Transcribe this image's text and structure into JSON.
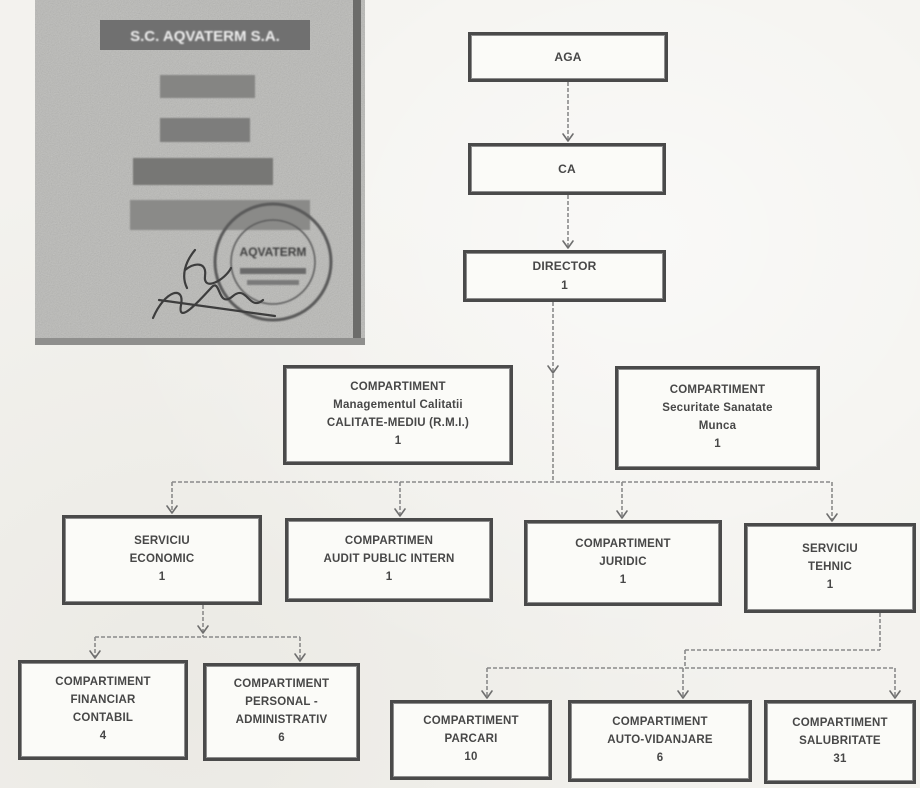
{
  "stamp_panel": {
    "company_title": "S.C. AQVATERM S.A.",
    "seal_text": "AQVATERM"
  },
  "nodes": {
    "aga": [
      "AGA"
    ],
    "ca": [
      "CA"
    ],
    "director": [
      "DIRECTOR",
      "1"
    ],
    "calitate": [
      "COMPARTIMENT",
      "Managementul Calitatii",
      "CALITATE-MEDIU (R.M.I.)",
      "1"
    ],
    "securitate": [
      "COMPARTIMENT",
      "Securitate Sanatate",
      "Munca",
      "1"
    ],
    "economic": [
      "SERVICIU",
      "ECONOMIC",
      "1"
    ],
    "audit": [
      "COMPARTIMEN",
      "AUDIT PUBLIC INTERN",
      "1"
    ],
    "juridic": [
      "COMPARTIMENT",
      "JURIDIC",
      "1"
    ],
    "tehnic": [
      "SERVICIU",
      "TEHNIC",
      "1"
    ],
    "financiar": [
      "COMPARTIMENT",
      "FINANCIAR",
      "CONTABIL",
      "4"
    ],
    "personal": [
      "COMPARTIMENT",
      "PERSONAL -",
      "ADMINISTRATIV",
      "6"
    ],
    "parcari": [
      "COMPARTIMENT",
      "PARCARI",
      "10"
    ],
    "vidanjare": [
      "COMPARTIMENT",
      "AUTO-VIDANJARE",
      "6"
    ],
    "salubritate": [
      "COMPARTIMENT",
      "SALUBRITATE",
      "31"
    ]
  },
  "colors": {
    "paper": "#f3f2ee",
    "box_border": "#4a4a4a",
    "text": "#474747",
    "connector": "#8a8a8a",
    "stamp_panel": "#b8b8b5"
  }
}
